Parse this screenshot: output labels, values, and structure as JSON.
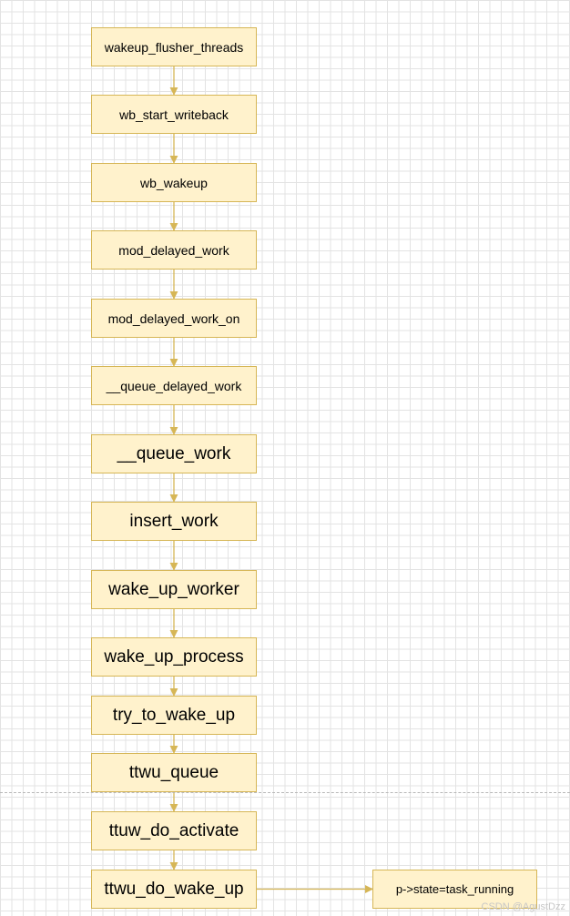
{
  "diagram": {
    "nodes": [
      {
        "id": "n1",
        "label": "wakeup_flusher_threads"
      },
      {
        "id": "n2",
        "label": "wb_start_writeback"
      },
      {
        "id": "n3",
        "label": "wb_wakeup"
      },
      {
        "id": "n4",
        "label": "mod_delayed_work"
      },
      {
        "id": "n5",
        "label": "mod_delayed_work_on"
      },
      {
        "id": "n6",
        "label": "__queue_delayed_work"
      },
      {
        "id": "n7",
        "label": "__queue_work"
      },
      {
        "id": "n8",
        "label": "insert_work"
      },
      {
        "id": "n9",
        "label": "wake_up_worker"
      },
      {
        "id": "n10",
        "label": "wake_up_process"
      },
      {
        "id": "n11",
        "label": "try_to_wake_up"
      },
      {
        "id": "n12",
        "label": "ttwu_queue"
      },
      {
        "id": "n13",
        "label": "ttuw_do_activate"
      },
      {
        "id": "n14",
        "label": "ttwu_do_wake_up"
      },
      {
        "id": "n15",
        "label": "p->state=task_running"
      }
    ],
    "edges": [
      [
        "n1",
        "n2"
      ],
      [
        "n2",
        "n3"
      ],
      [
        "n3",
        "n4"
      ],
      [
        "n4",
        "n5"
      ],
      [
        "n5",
        "n6"
      ],
      [
        "n6",
        "n7"
      ],
      [
        "n7",
        "n8"
      ],
      [
        "n8",
        "n9"
      ],
      [
        "n9",
        "n10"
      ],
      [
        "n10",
        "n11"
      ],
      [
        "n11",
        "n12"
      ],
      [
        "n12",
        "n13"
      ],
      [
        "n13",
        "n14"
      ],
      [
        "n14",
        "n15"
      ]
    ],
    "colors": {
      "node_fill": "#fff2cc",
      "node_stroke": "#d6b656",
      "edge": "#d6b656"
    }
  },
  "watermark": "CSDN @AgustDzz"
}
